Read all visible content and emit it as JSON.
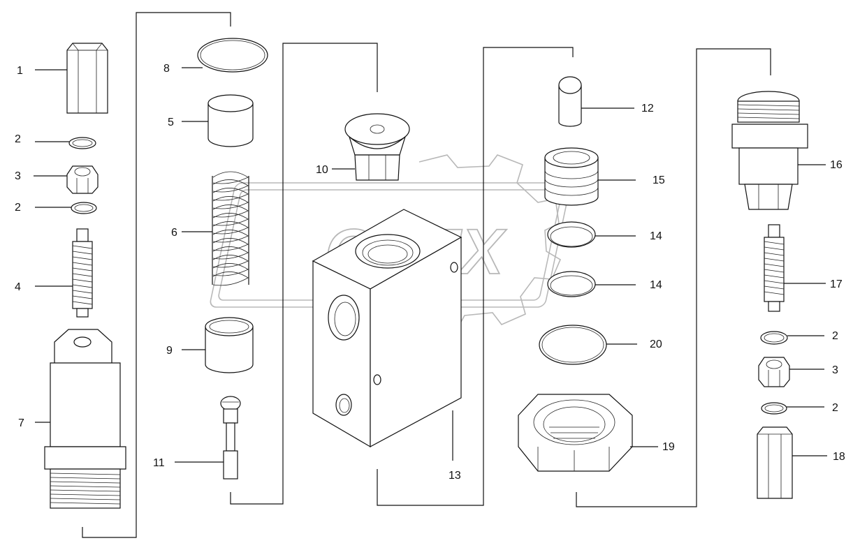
{
  "watermark": {
    "text": "OPEX"
  },
  "labels": [
    {
      "id": "p1",
      "text": "1"
    },
    {
      "id": "p2a",
      "text": "2"
    },
    {
      "id": "p3a",
      "text": "3"
    },
    {
      "id": "p2b",
      "text": "2"
    },
    {
      "id": "p4",
      "text": "4"
    },
    {
      "id": "p7",
      "text": "7"
    },
    {
      "id": "p8",
      "text": "8"
    },
    {
      "id": "p5",
      "text": "5"
    },
    {
      "id": "p6",
      "text": "6"
    },
    {
      "id": "p9",
      "text": "9"
    },
    {
      "id": "p11",
      "text": "11"
    },
    {
      "id": "p10",
      "text": "10"
    },
    {
      "id": "p13",
      "text": "13"
    },
    {
      "id": "p12",
      "text": "12"
    },
    {
      "id": "p15",
      "text": "15"
    },
    {
      "id": "p14a",
      "text": "14"
    },
    {
      "id": "p14b",
      "text": "14"
    },
    {
      "id": "p20",
      "text": "20"
    },
    {
      "id": "p19",
      "text": "19"
    },
    {
      "id": "p16",
      "text": "16"
    },
    {
      "id": "p17",
      "text": "17"
    },
    {
      "id": "p2c",
      "text": "2"
    },
    {
      "id": "p3b",
      "text": "3"
    },
    {
      "id": "p2d",
      "text": "2"
    },
    {
      "id": "p18",
      "text": "18"
    }
  ]
}
